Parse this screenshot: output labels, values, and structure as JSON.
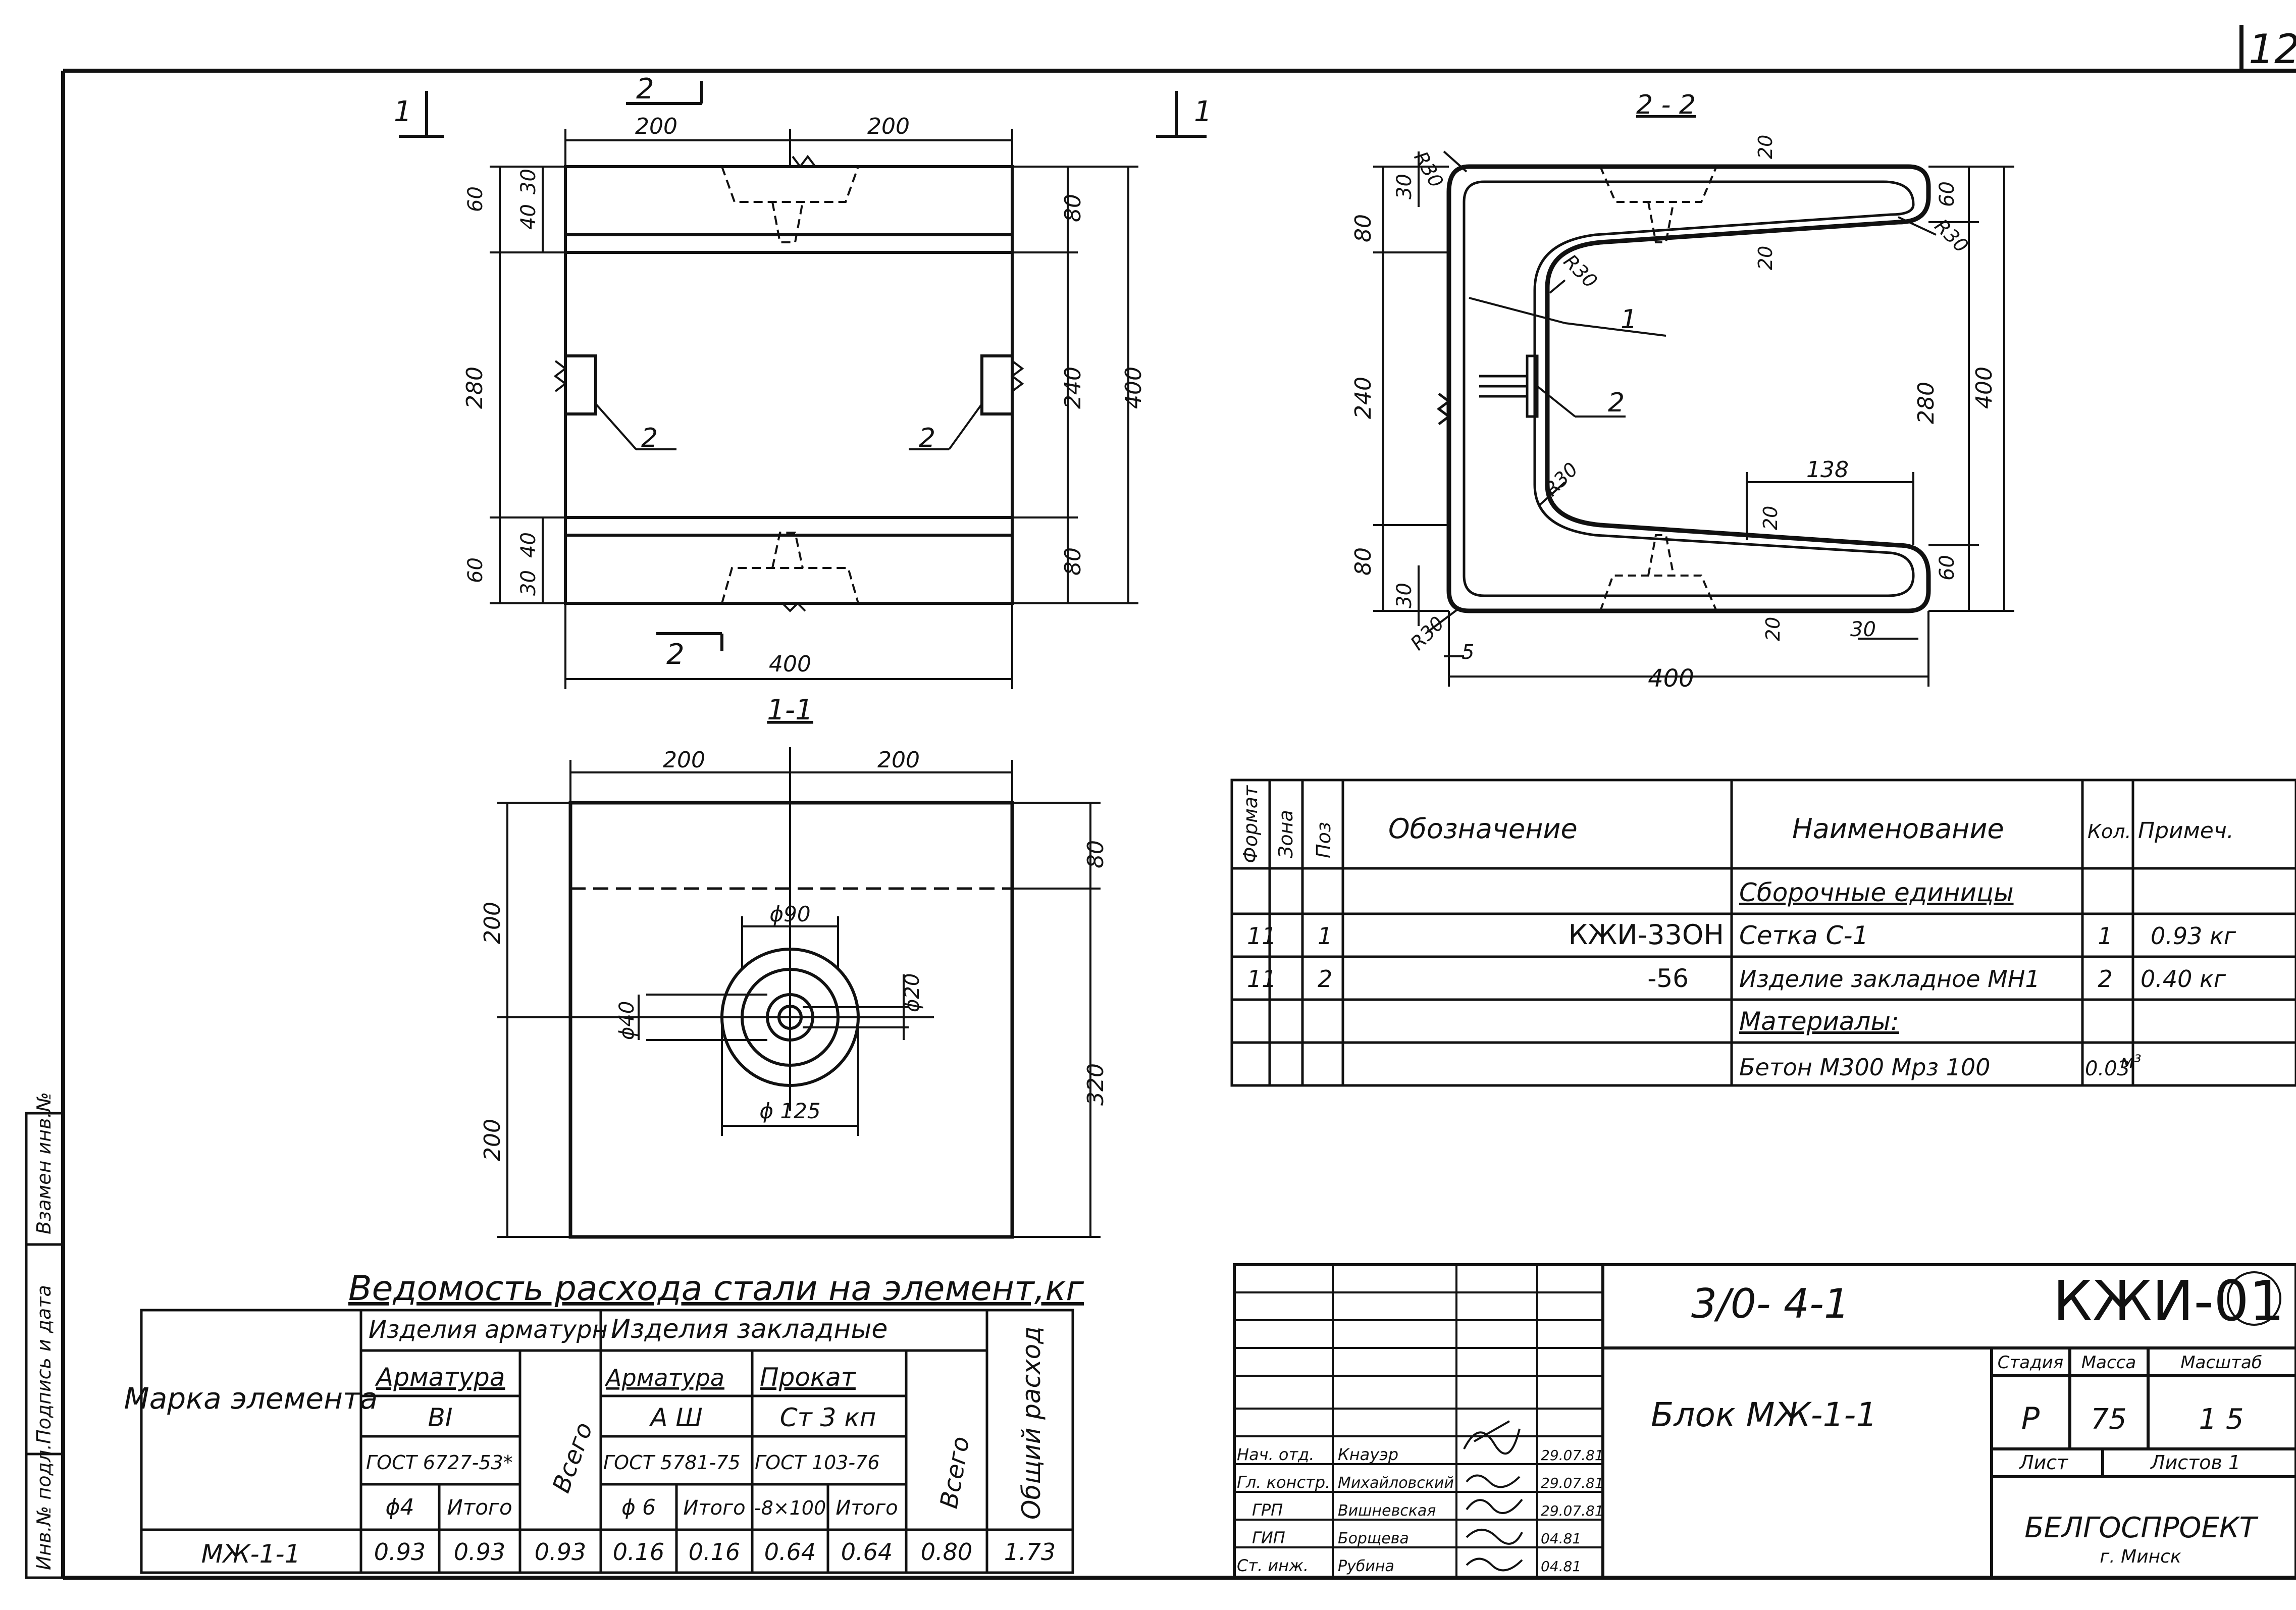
{
  "sheet_number": "12",
  "views": {
    "main": {
      "section_mark_1_left": "1",
      "section_mark_1_right": "1",
      "section_mark_2_top": "2",
      "section_mark_2_bottom": "2",
      "dim_top_left": "200",
      "dim_top_right": "200",
      "dim_bottom": "400",
      "dims_left": [
        "60",
        "40",
        "30",
        "280",
        "60",
        "30",
        "40"
      ],
      "dims_right": [
        "80",
        "240",
        "80",
        "400"
      ],
      "callout_left": "2",
      "callout_right": "2"
    },
    "section_2": {
      "title": "2 - 2",
      "dims_left": [
        "80",
        "240",
        "80",
        "30",
        "30"
      ],
      "dims_right": [
        "60",
        "280",
        "400",
        "60"
      ],
      "dim_bottom": "400",
      "dim_5": "5",
      "dim_30_bottom": "30",
      "dim_138": "138",
      "dims_20": [
        "20",
        "20",
        "20",
        "20"
      ],
      "radii": [
        "R30",
        "R30",
        "R30",
        "R30",
        "R30"
      ],
      "callout_1": "1",
      "callout_2": "2"
    },
    "section_1": {
      "title": "1-1",
      "dim_top_left": "200",
      "dim_top_right": "200",
      "dims_left": [
        "200",
        "200"
      ],
      "dims_right": [
        "80",
        "320"
      ],
      "d90": "ϕ90",
      "d20": "ϕ20",
      "d40": "ϕ40",
      "d125": "ϕ 125"
    }
  },
  "spec_table": {
    "headers": [
      "Формат",
      "Зона",
      "Поз",
      "Обозначение",
      "Наименование",
      "Кол.",
      "Примеч."
    ],
    "rows": [
      {
        "fmt": "",
        "zone": "",
        "pos": "",
        "designation": "",
        "name": "Сборочные единицы",
        "qty": "",
        "note": ""
      },
      {
        "fmt": "11",
        "zone": "",
        "pos": "1",
        "designation": "КЖИ-33ОН",
        "name": "Сетка С-1",
        "qty": "1",
        "note": "0.93 кг"
      },
      {
        "fmt": "11",
        "zone": "",
        "pos": "2",
        "designation": "-56",
        "name": "Изделие закладное МН1",
        "qty": "2",
        "note": "0.40 кг"
      },
      {
        "fmt": "",
        "zone": "",
        "pos": "",
        "designation": "",
        "name": "Материалы:",
        "qty": "",
        "note": ""
      },
      {
        "fmt": "",
        "zone": "",
        "pos": "",
        "designation": "",
        "name": "Бетон М300 Мрз 100",
        "qty": "0.03",
        "note": "м³"
      }
    ]
  },
  "steel_table": {
    "title": "Ведомость расхода стали на элемент,кг",
    "h_mark": "Марка элемента",
    "h_rebar_items": "Изделия арматурн",
    "h_embedded": "Изделия закладные",
    "h_rebar": "Арматура",
    "h_rebar2": "Арматура",
    "h_rolled": "Прокат",
    "h_bi": "ВI",
    "h_aiii": "А Ш",
    "h_st": "Ст 3 кп",
    "h_gost1": "ГОСТ 6727-53*",
    "h_gost2": "ГОСТ 5781-75",
    "h_gost3": "ГОСТ 103-76",
    "h_d4": "ϕ4",
    "h_total1": "Итого",
    "h_all1": "Всего",
    "h_d6": "ϕ 6",
    "h_total2": "Итого",
    "h_strip": "-8×100",
    "h_total3": "Итого",
    "h_all2": "Всего",
    "h_overall": "Общий расход",
    "row": [
      "МЖ-1-1",
      "0.93",
      "0.93",
      "0.93",
      "0.16",
      "0.16",
      "0.64",
      "0.64",
      "0.80",
      "1.73"
    ]
  },
  "title_block": {
    "doc_code": "3/0- 4-1",
    "mark": "КЖИ-01",
    "name": "Блок МЖ-1-1",
    "h_stage": "Стадия",
    "h_mass": "Масса",
    "h_scale": "Масштаб",
    "stage": "Р",
    "mass": "75",
    "scale": "1 5",
    "sheet_label": "Лист",
    "sheets_label": "Листов 1",
    "org": "БЕЛГОСПРОЕКТ",
    "city": "г. Минск",
    "signatures": [
      {
        "role": "Нач. отд.",
        "name": "Кнауэр",
        "date": "29.07.81"
      },
      {
        "role": "Гл. констр.",
        "name": "Михайловский",
        "date": "29.07.81"
      },
      {
        "role": "ГРП",
        "name": "Вишневская",
        "date": "29.07.81"
      },
      {
        "role": "ГИП",
        "name": "Борщева",
        "date": "04.81"
      },
      {
        "role": "Ст. инж.",
        "name": "Рубина",
        "date": "04.81"
      }
    ]
  },
  "side_stamp": {
    "inv": "Инв.№ подл.",
    "sign": "Подпись и дата",
    "swap": "Взамен инв.№"
  }
}
